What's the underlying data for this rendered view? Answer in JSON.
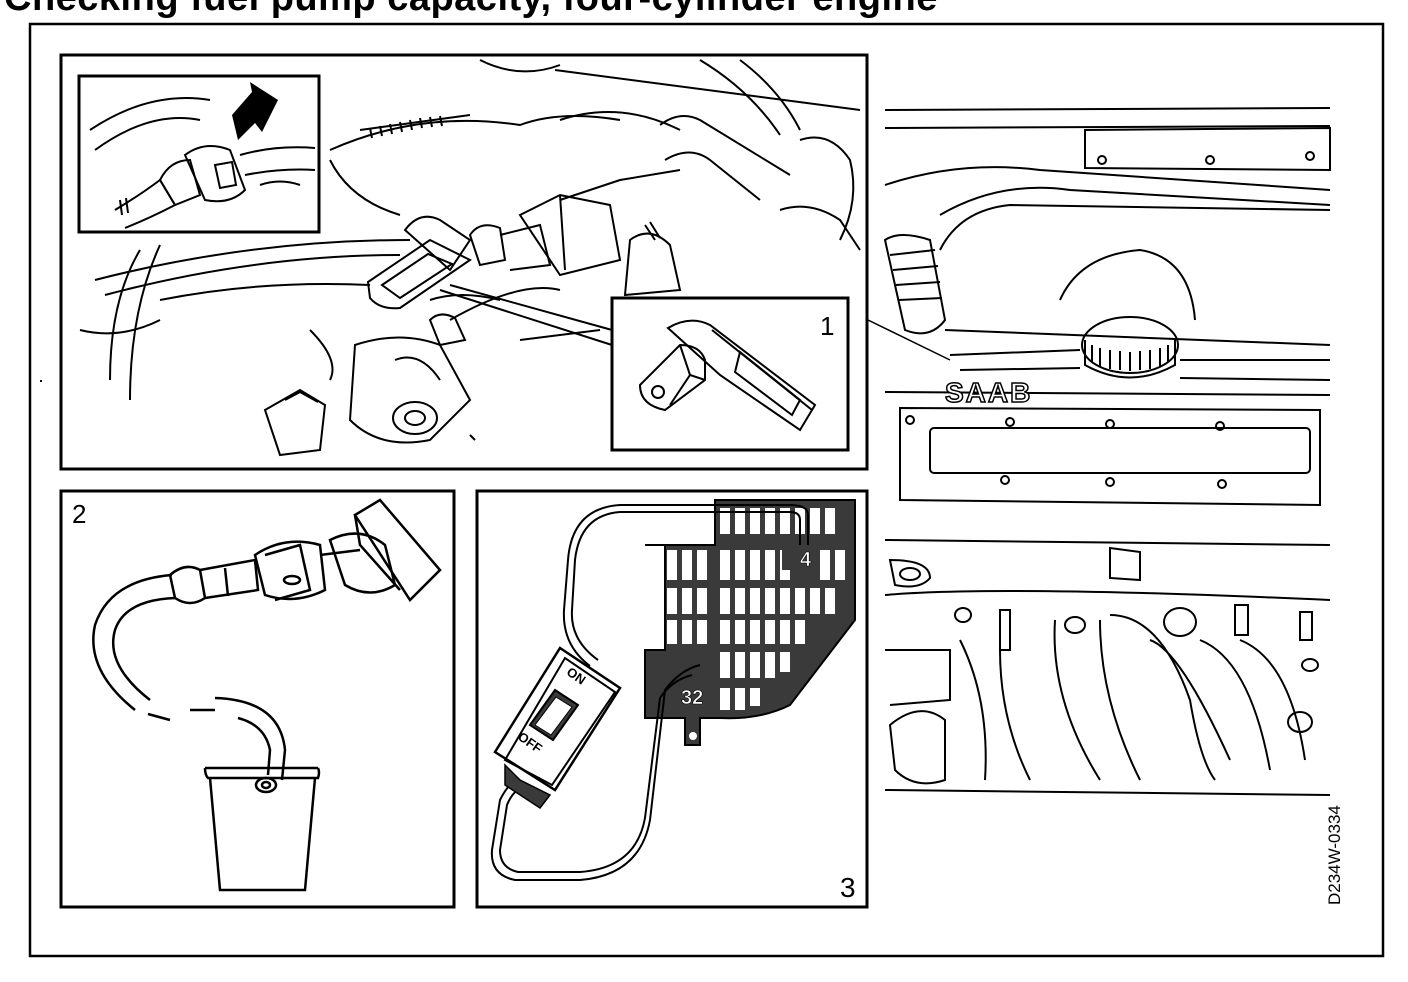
{
  "title": "Checking fuel pump capacity, four-cylinder engine",
  "panels": {
    "detail_number": "1",
    "fuel_number": "2",
    "fuse_number": "3"
  },
  "switch": {
    "on_label": "ON",
    "off_label": "OFF"
  },
  "fuse_box": {
    "fuse_a": "4",
    "fuse_b": "32"
  },
  "engine": {
    "logo_text": "SAAB"
  },
  "figure_code": "D234W-0334"
}
